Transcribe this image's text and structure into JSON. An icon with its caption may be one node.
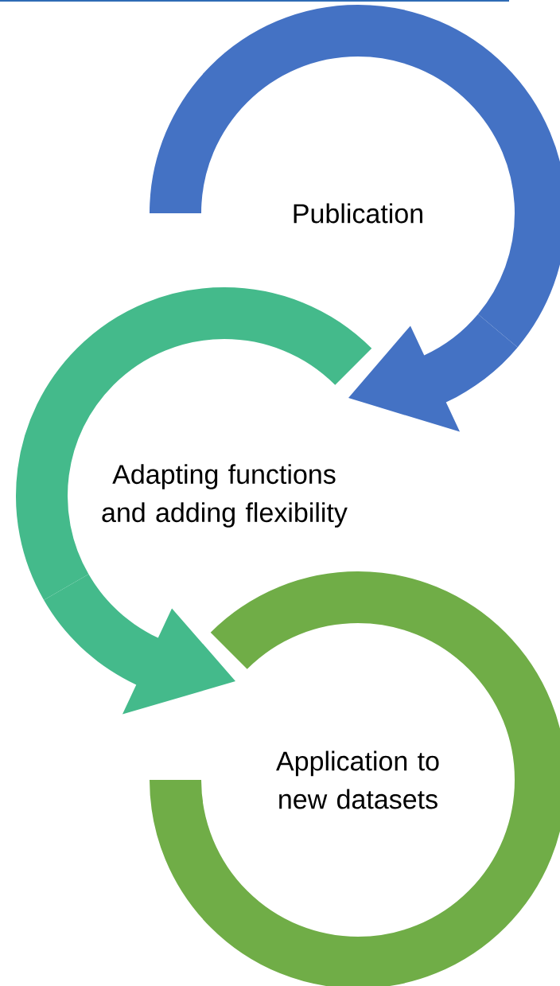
{
  "diagram": {
    "nodes": [
      {
        "text": [
          "Publication"
        ]
      },
      {
        "text": [
          "Adapting functions and adding flexibility"
        ]
      },
      {
        "text": [
          "Application to new datasets"
        ]
      }
    ],
    "edges": [
      {
        "from": 0,
        "to": 1,
        "arrow": "to",
        "color": "#4472c4"
      },
      {
        "from": 1,
        "to": 2,
        "arrow": "to",
        "color": "#44ba8b"
      }
    ]
  }
}
